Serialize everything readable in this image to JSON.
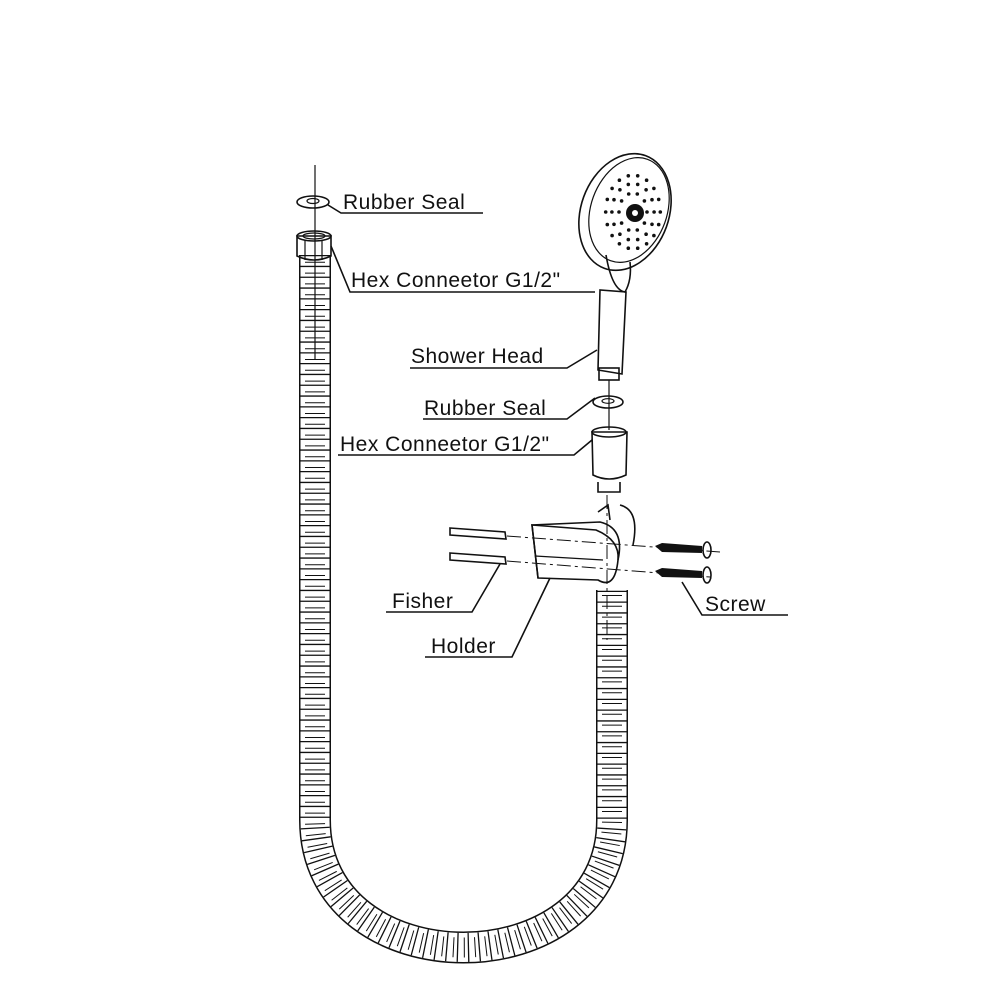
{
  "title": "Hand shower kit exploded view",
  "labels": {
    "rubber_seal_top": "Rubber Seal",
    "hex_connector_top": "Hex Conneetor G1/2\"",
    "shower_head": "Shower Head",
    "rubber_seal_bottom": "Rubber Seal",
    "hex_connector_bottom": "Hex Conneetor G1/2\"",
    "fisher": "Fisher",
    "holder": "Holder",
    "screw": "Screw"
  },
  "colors": {
    "line": "#111111",
    "background": "#ffffff"
  }
}
